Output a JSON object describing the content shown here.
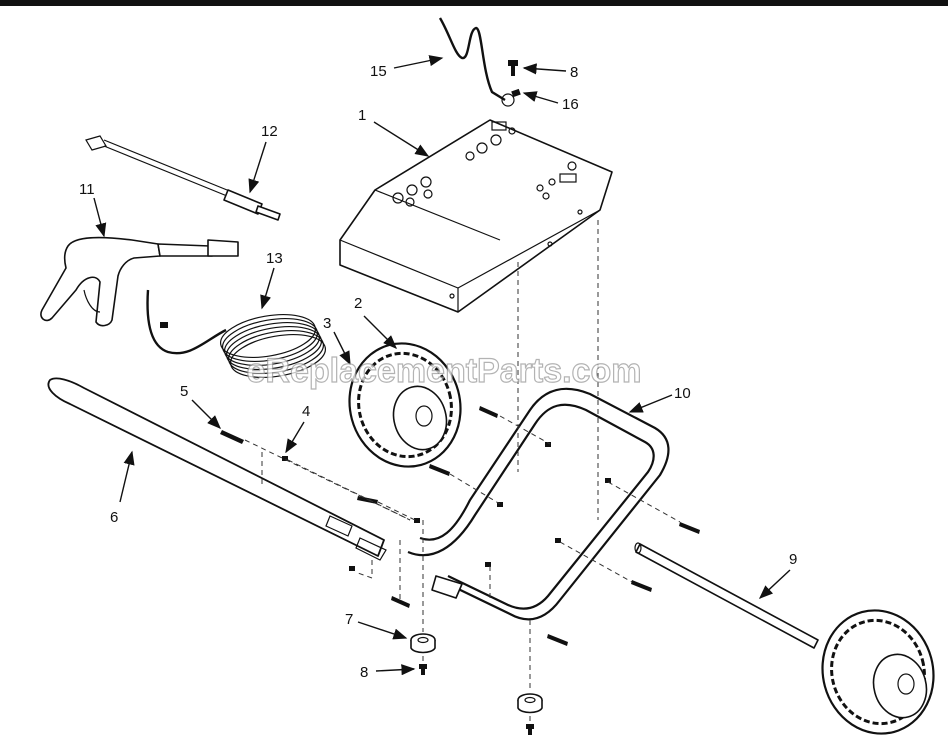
{
  "watermark": "eReplacementParts.com",
  "callouts": [
    {
      "id": "c1",
      "text": "1"
    },
    {
      "id": "c2",
      "text": "2"
    },
    {
      "id": "c3",
      "text": "3"
    },
    {
      "id": "c4",
      "text": "4"
    },
    {
      "id": "c5",
      "text": "5"
    },
    {
      "id": "c6",
      "text": "6"
    },
    {
      "id": "c7",
      "text": "7"
    },
    {
      "id": "c8a",
      "text": "8"
    },
    {
      "id": "c8b",
      "text": "8"
    },
    {
      "id": "c9",
      "text": "9"
    },
    {
      "id": "c10",
      "text": "10"
    },
    {
      "id": "c11",
      "text": "11"
    },
    {
      "id": "c12",
      "text": "12"
    },
    {
      "id": "c13",
      "text": "13"
    },
    {
      "id": "c15",
      "text": "15"
    },
    {
      "id": "c16",
      "text": "16"
    }
  ]
}
